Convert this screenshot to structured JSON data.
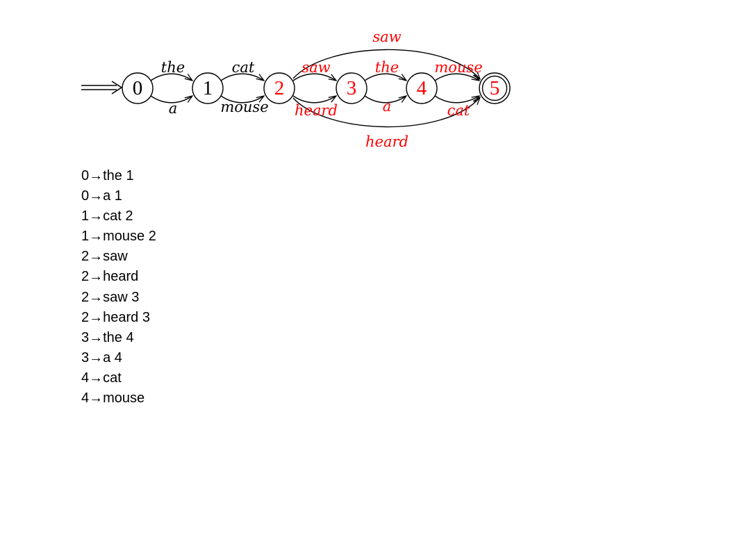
{
  "diagram": {
    "start_marker": "start-arrow",
    "colors": {
      "default": "#000000",
      "highlight": "#ff0000"
    },
    "states": [
      {
        "id": "0",
        "label": "0",
        "color": "#000000",
        "final": false
      },
      {
        "id": "1",
        "label": "1",
        "color": "#000000",
        "final": false
      },
      {
        "id": "2",
        "label": "2",
        "color": "#ff0000",
        "final": false
      },
      {
        "id": "3",
        "label": "3",
        "color": "#ff0000",
        "final": false
      },
      {
        "id": "4",
        "label": "4",
        "color": "#ff0000",
        "final": false
      },
      {
        "id": "5",
        "label": "5",
        "color": "#ff0000",
        "final": true
      }
    ],
    "edges": [
      {
        "from": "0",
        "to": "1",
        "label": "the",
        "color": "#000000"
      },
      {
        "from": "0",
        "to": "1",
        "label": "a",
        "color": "#000000"
      },
      {
        "from": "1",
        "to": "2",
        "label": "cat",
        "color": "#000000"
      },
      {
        "from": "1",
        "to": "2",
        "label": "mouse",
        "color": "#000000"
      },
      {
        "from": "2",
        "to": "3",
        "label": "saw",
        "color": "#ff0000"
      },
      {
        "from": "2",
        "to": "3",
        "label": "heard",
        "color": "#ff0000"
      },
      {
        "from": "3",
        "to": "4",
        "label": "the",
        "color": "#ff0000"
      },
      {
        "from": "3",
        "to": "4",
        "label": "a",
        "color": "#ff0000"
      },
      {
        "from": "4",
        "to": "5",
        "label": "mouse",
        "color": "#ff0000"
      },
      {
        "from": "4",
        "to": "5",
        "label": "cat",
        "color": "#ff0000"
      },
      {
        "from": "2",
        "to": "5",
        "label": "saw",
        "color": "#ff0000"
      },
      {
        "from": "2",
        "to": "5",
        "label": "heard",
        "color": "#ff0000"
      }
    ]
  },
  "rules": [
    "0→the 1",
    "0→a 1",
    "1→cat 2",
    "1→mouse 2",
    "2→saw",
    "2→heard",
    "2→saw 3",
    "2→heard 3",
    "3→the 4",
    "3→a 4",
    "4→cat",
    "4→mouse"
  ]
}
